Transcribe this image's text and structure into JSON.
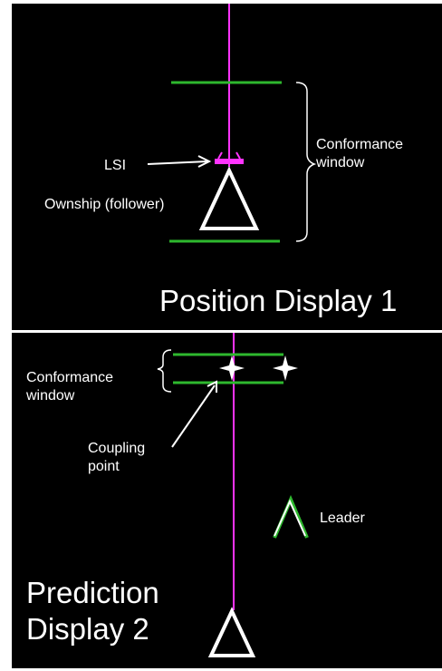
{
  "colors": {
    "background": "#000000",
    "track_line": "#ff33ff",
    "conformance_window": "#2eb82e",
    "symbol": "#ffffff",
    "lsi": "#ff33ff",
    "leader_outline": "#2eb82e"
  },
  "icons": {
    "ownship": "triangle-icon",
    "leader": "chevron-icon",
    "prediction_point": "four-point-star-icon"
  },
  "panel1": {
    "title": "Position Display 1",
    "lsi_label": "LSI",
    "ownship_label": "Ownship (follower)",
    "conformance_label": "Conformance\nwindow"
  },
  "panel2": {
    "title": "Prediction\nDisplay 2",
    "conformance_label": "Conformance\nwindow",
    "coupling_label": "Coupling\npoint",
    "leader_label": "Leader"
  }
}
